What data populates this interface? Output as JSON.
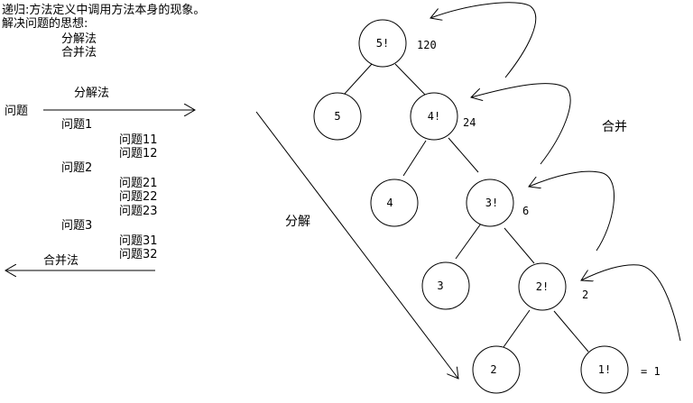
{
  "heading": {
    "line1": "递归:方法定义中调用方法本身的现象。",
    "line2": "解决问题的思想:",
    "method_decompose": "分解法",
    "method_merge": "合并法"
  },
  "left_diagram": {
    "problem": "问题",
    "decompose_arrow_label": "分解法",
    "merge_arrow_label": "合并法",
    "problems": [
      {
        "label": "问题1",
        "subs": [
          "问题11",
          "问题12"
        ]
      },
      {
        "label": "问题2",
        "subs": [
          "问题21",
          "问题22",
          "问题23"
        ]
      },
      {
        "label": "问题3",
        "subs": [
          "问题31",
          "问题32"
        ]
      }
    ]
  },
  "tree": {
    "decompose_label": "分解",
    "merge_label": "合并",
    "nodes": [
      {
        "id": "n5f",
        "label": "5!",
        "result": "120"
      },
      {
        "id": "n5",
        "label": "5",
        "result": ""
      },
      {
        "id": "n4f",
        "label": "4!",
        "result": "24"
      },
      {
        "id": "n4",
        "label": "4",
        "result": ""
      },
      {
        "id": "n3f",
        "label": "3!",
        "result": "6"
      },
      {
        "id": "n3",
        "label": "3",
        "result": ""
      },
      {
        "id": "n2f",
        "label": "2!",
        "result": "2"
      },
      {
        "id": "n2",
        "label": "2",
        "result": ""
      },
      {
        "id": "n1f",
        "label": "1!",
        "result": "= 1"
      }
    ]
  }
}
